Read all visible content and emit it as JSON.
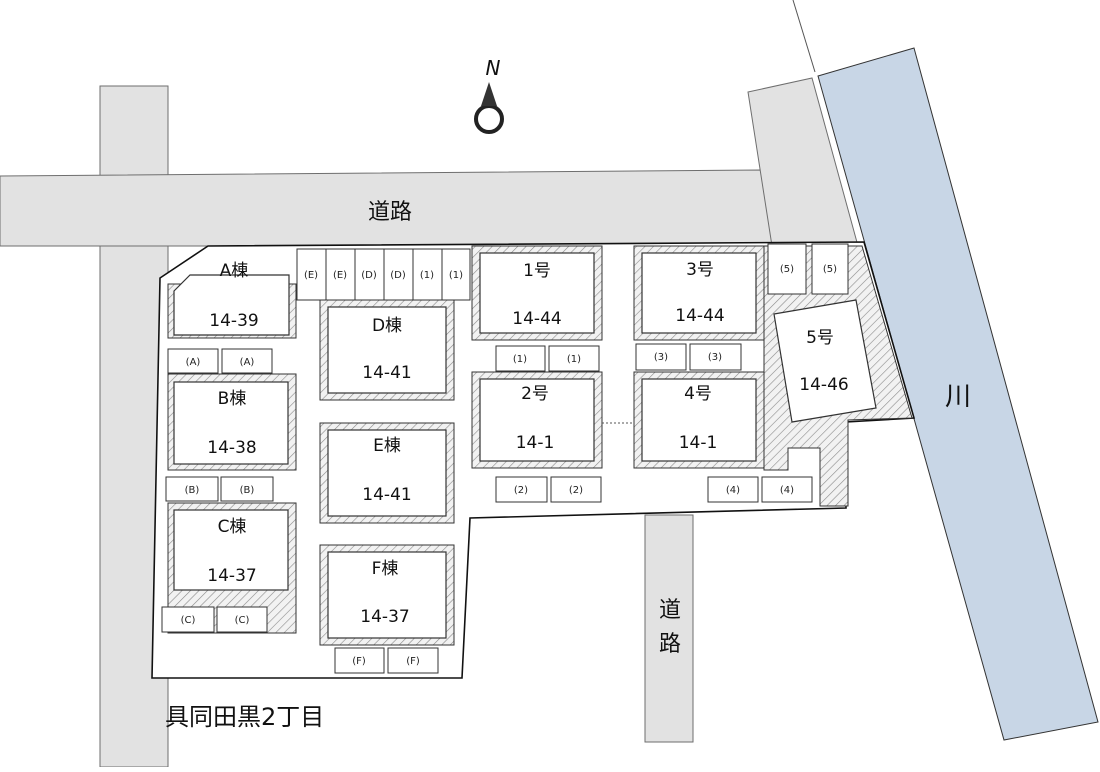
{
  "compass": {
    "label": "N"
  },
  "roads": {
    "north": "道路",
    "south_v1": "道",
    "south_v2": "路"
  },
  "river": {
    "label": "川"
  },
  "area_label": "具同田黒2丁目",
  "buildings": {
    "A": {
      "name": "A棟",
      "lot": "14-39"
    },
    "B": {
      "name": "B棟",
      "lot": "14-38"
    },
    "C": {
      "name": "C棟",
      "lot": "14-37"
    },
    "D": {
      "name": "D棟",
      "lot": "14-41"
    },
    "E": {
      "name": "E棟",
      "lot": "14-41"
    },
    "F": {
      "name": "F棟",
      "lot": "14-37"
    },
    "h1": {
      "name": "1号",
      "lot": "14-44"
    },
    "h2": {
      "name": "2号",
      "lot": "14-1"
    },
    "h3": {
      "name": "3号",
      "lot": "14-44"
    },
    "h4": {
      "name": "4号",
      "lot": "14-1"
    },
    "h5": {
      "name": "5号",
      "lot": "14-46"
    }
  },
  "parking": {
    "top_row": [
      "(E)",
      "(E)",
      "(D)",
      "(D)",
      "(1)",
      "(1)"
    ],
    "A": [
      "(A)",
      "(A)"
    ],
    "B": [
      "(B)",
      "(B)"
    ],
    "C": [
      "(C)",
      "(C)"
    ],
    "F": [
      "(F)",
      "(F)"
    ],
    "p1": [
      "(1)",
      "(1)"
    ],
    "p2": [
      "(2)",
      "(2)"
    ],
    "p3": [
      "(3)",
      "(3)"
    ],
    "p4": [
      "(4)",
      "(4)"
    ],
    "p5": [
      "(5)",
      "(5)"
    ]
  }
}
